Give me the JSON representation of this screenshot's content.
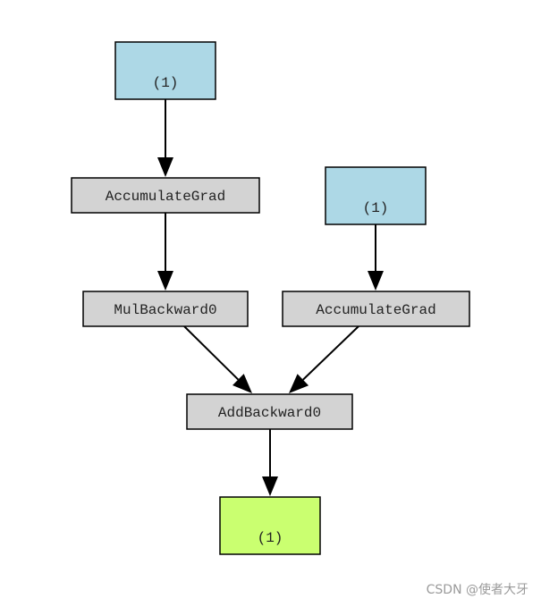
{
  "diagram": {
    "nodes": [
      {
        "id": "leaf-a",
        "label": "(1)",
        "kind": "leaf",
        "color": "#add8e6"
      },
      {
        "id": "accum-a",
        "label": "AccumulateGrad",
        "kind": "op",
        "color": "#d3d3d3"
      },
      {
        "id": "leaf-b",
        "label": "(1)",
        "kind": "leaf",
        "color": "#add8e6"
      },
      {
        "id": "mul",
        "label": "MulBackward0",
        "kind": "op",
        "color": "#d3d3d3"
      },
      {
        "id": "accum-b",
        "label": "AccumulateGrad",
        "kind": "op",
        "color": "#d3d3d3"
      },
      {
        "id": "add",
        "label": "AddBackward0",
        "kind": "op",
        "color": "#d3d3d3"
      },
      {
        "id": "output",
        "label": "(1)",
        "kind": "output",
        "color": "#caff70"
      }
    ],
    "edges": [
      {
        "from": "leaf-a",
        "to": "accum-a"
      },
      {
        "from": "accum-a",
        "to": "mul"
      },
      {
        "from": "leaf-b",
        "to": "accum-b"
      },
      {
        "from": "mul",
        "to": "add"
      },
      {
        "from": "accum-b",
        "to": "add"
      },
      {
        "from": "add",
        "to": "output"
      }
    ]
  },
  "watermark": "CSDN @使者大牙"
}
